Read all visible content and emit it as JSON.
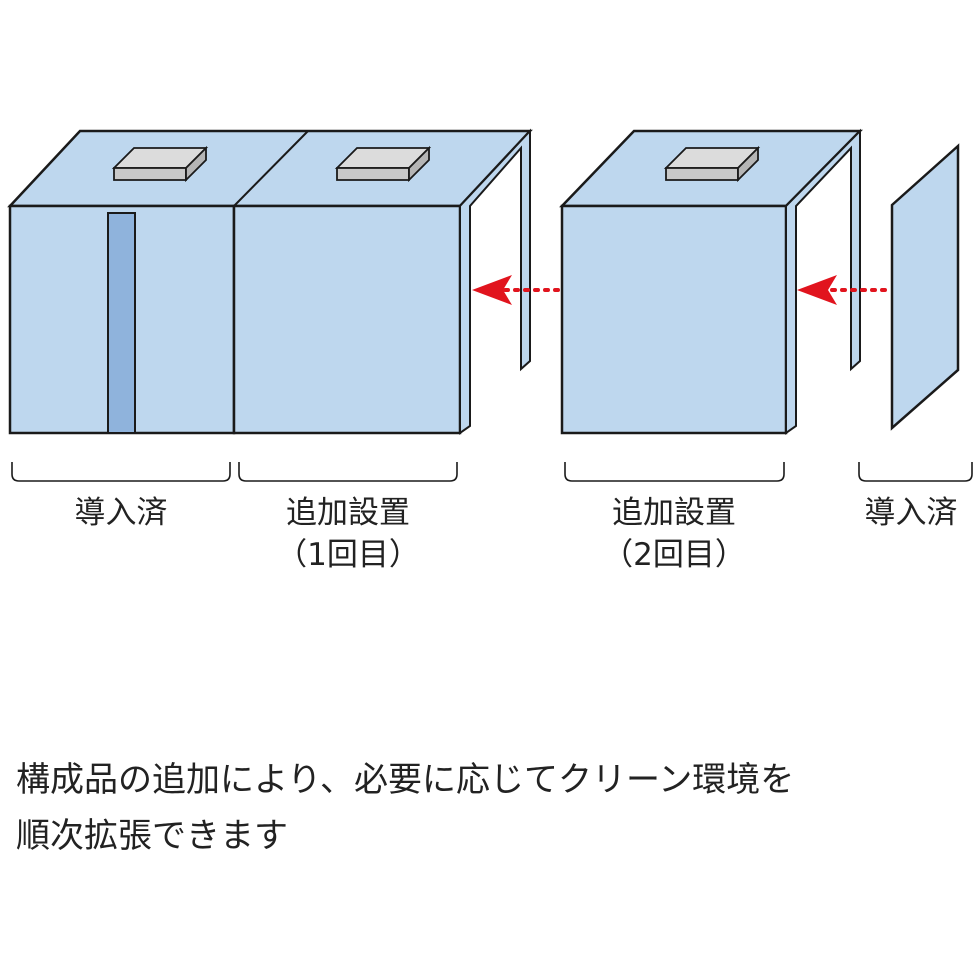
{
  "colors": {
    "module_face": "#bed7ee",
    "module_top": "#bed7ee",
    "outline": "#1a1a1a",
    "filter_unit": "#c9c9c9",
    "strip": "#8fb3dc",
    "arrow": "#e1141e",
    "text": "#222222"
  },
  "labels": {
    "existing_left": "導入済",
    "added_first_line1": "追加設置",
    "added_first_line2": "（1回目）",
    "added_second_line1": "追加設置",
    "added_second_line2": "（2回目）",
    "existing_right": "導入済"
  },
  "caption": {
    "line1": "構成品の追加により、必要に応じてクリーン環境を",
    "line2": "順次拡張できます"
  }
}
